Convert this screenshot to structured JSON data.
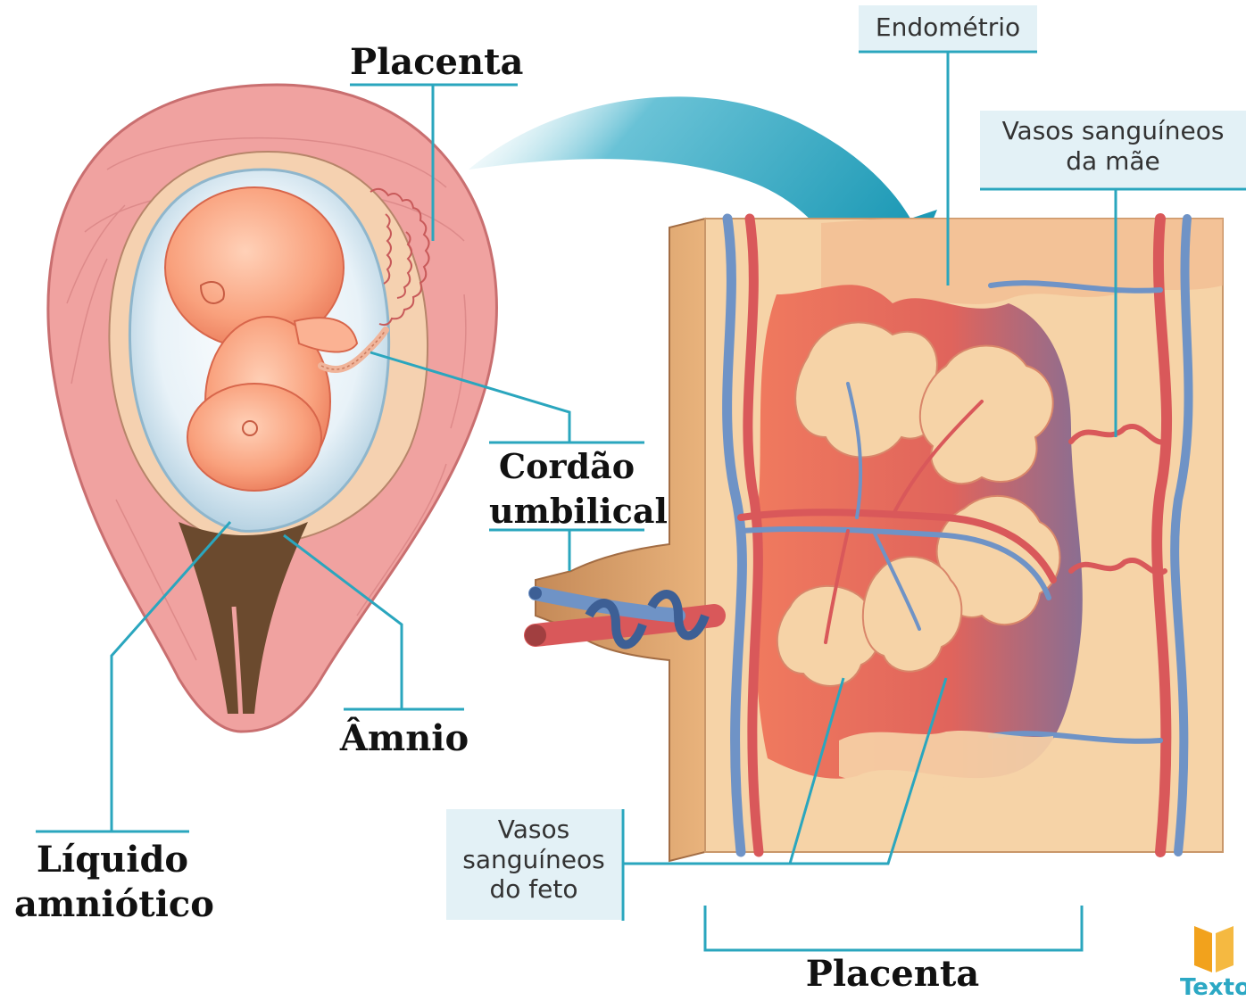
{
  "labels": {
    "placenta_top": "Placenta",
    "cordao_line1": "Cordão",
    "cordao_line2": "umbilical",
    "amnio": "Âmnio",
    "liquido_line1": "Líquido",
    "liquido_line2": "amniótico",
    "endometrio": "Endométrio",
    "vasos_mae_line1": "Vasos sanguíneos",
    "vasos_mae_line2": "da mãe",
    "vasos_feto_line1": "Vasos",
    "vasos_feto_line2": "sanguíneos",
    "vasos_feto_line3": "do feto",
    "placenta_bottom": "Placenta"
  },
  "logo": {
    "text": "Texto",
    "color": "#f2a21c"
  },
  "colors": {
    "leader": "#2aa6be",
    "uterus": "#f0a2a0",
    "amniotic": "#bcd8e6",
    "fetus": "#f79b78",
    "tissue": "#f6d3a7",
    "artery": "#d9585a",
    "vein": "#6f93c6"
  }
}
